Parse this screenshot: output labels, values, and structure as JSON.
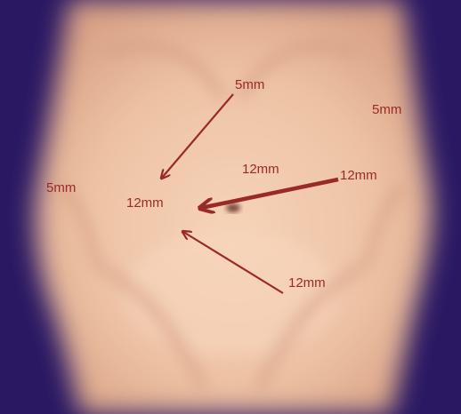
{
  "image": {
    "colors": {
      "background": "#2a1863",
      "skin": "#f0c6a8",
      "skin_shadow": "#d9a286",
      "arrow": "#9a2a28",
      "label": "#9a2a28"
    }
  },
  "labels": {
    "upper_port": "5mm",
    "right_flank_port": "5mm",
    "left_flank_port": "5mm",
    "center_port": "12mm",
    "mid_port": "12mm",
    "mid_right_port": "12mm",
    "lower_right_port": "12mm"
  },
  "arrows": [
    {
      "name": "upper-arrow",
      "direction": "toward center from upper 5mm port"
    },
    {
      "name": "right-arrow",
      "direction": "toward center from right 12mm port"
    },
    {
      "name": "lower-arrow",
      "direction": "toward center from lower-right 12mm port"
    }
  ]
}
